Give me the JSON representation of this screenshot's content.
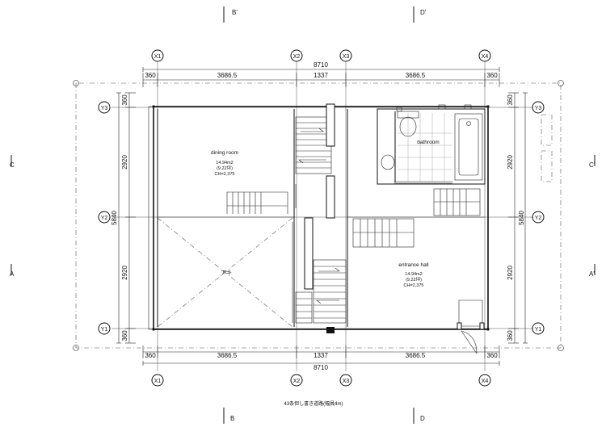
{
  "drawing": {
    "section_marks": {
      "b_top": "B'",
      "d_top": "D'",
      "b_bottom": "B",
      "d_bottom": "D",
      "c_left": "C",
      "c_right": "C'",
      "a_left": "A",
      "a_right": "A'"
    },
    "x_axes": [
      "X1",
      "X2",
      "X3",
      "X4"
    ],
    "y_axes": [
      "Y3",
      "Y2",
      "Y1"
    ],
    "overall_width": "8710",
    "x_segments": [
      "360",
      "3686.5",
      "1337",
      "3686.5",
      "360"
    ],
    "overall_depth": "5840",
    "y_segments": [
      "360",
      "2920",
      "2920",
      "360"
    ],
    "rooms": {
      "dining": {
        "name": "dining room",
        "area_m2": "14.94m2",
        "area_tsubo": "(9.22坪)",
        "ceiling_height": "CH=2,375"
      },
      "bathroom": {
        "name": "bathroom"
      },
      "entrance": {
        "name": "entrance hall",
        "area_m2": "14.94m2",
        "area_tsubo": "(9.22坪)",
        "ceiling_height": "CH=2,375"
      },
      "void_label": "アキ"
    },
    "road_note": "43条但し書き道路(幅員4m)"
  }
}
